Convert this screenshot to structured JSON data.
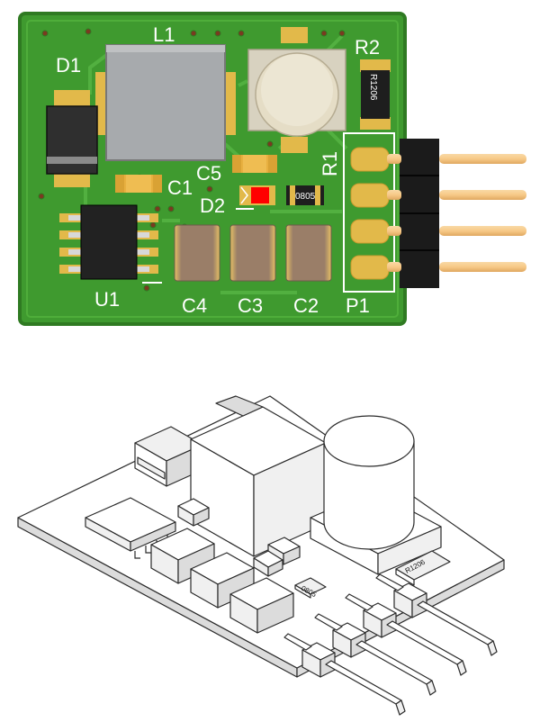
{
  "labels": {
    "l1": "L1",
    "d1": "D1",
    "r2": "R2",
    "r1": "R1",
    "c1": "C1",
    "c5": "C5",
    "d2": "D2",
    "u1": "U1",
    "c4": "C4",
    "c3": "C3",
    "c2": "C2",
    "p1": "P1"
  },
  "package_marks": {
    "r2_package": "R1206",
    "d2_package": "0805",
    "iso_r2_package": "R1206",
    "iso_d2_package": "0805"
  },
  "colors": {
    "board": "#3f9a2f",
    "board_edge": "#2f7a22",
    "pad_gold": "#e2b94a",
    "inductor": "#a7aaad",
    "capacitor": "#9a7e68",
    "led": "#ff0000",
    "pin": "#f7c987"
  }
}
